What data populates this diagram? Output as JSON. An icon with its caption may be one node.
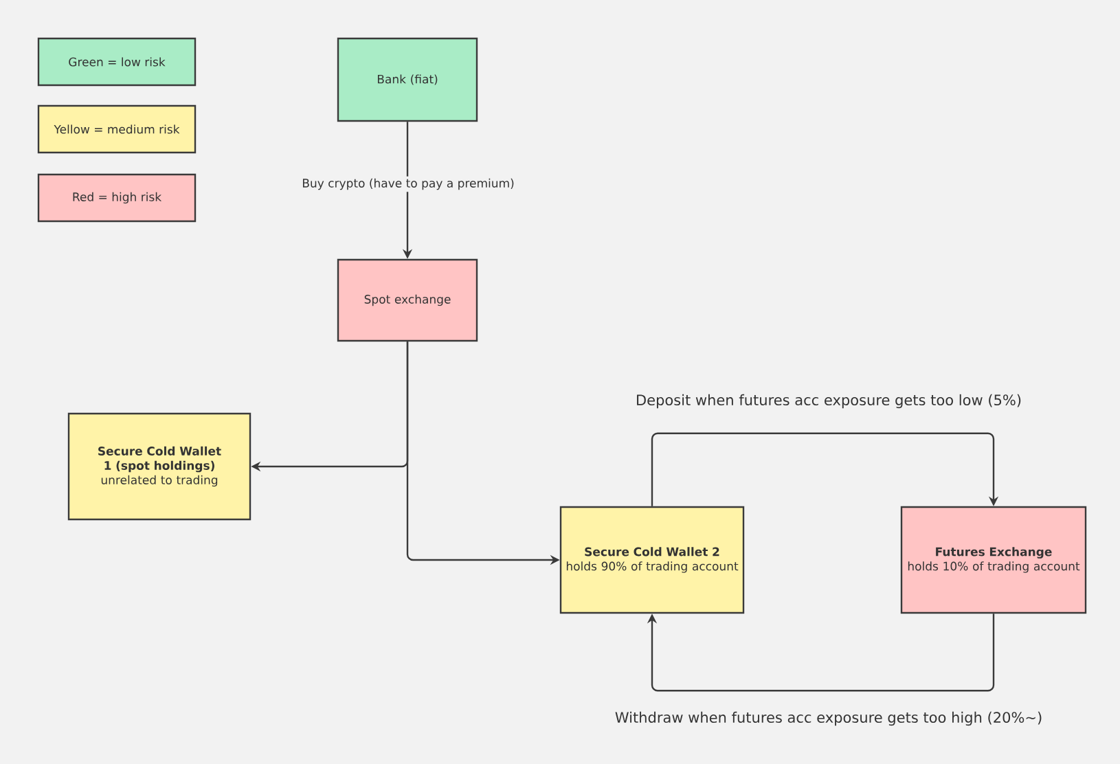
{
  "diagram": {
    "nodes": [
      {
        "text": [
          "Bank (fiat)"
        ]
      },
      {
        "text": [
          "Spot exchange"
        ]
      },
      {
        "text": [
          "Secure Cold Wallet 1 (spot holdings)",
          "unrelated to trading"
        ]
      },
      {
        "text": [
          "Secure Cold Wallet 2",
          "holds 90% of trading account"
        ]
      },
      {
        "text": [
          "Futures Exchange",
          "holds 10% of trading account"
        ]
      }
    ],
    "edges": [
      {
        "from": 0,
        "to": 1,
        "arrow": "to",
        "label": "Buy crypto (have to pay a premium)"
      },
      {
        "from": 1,
        "to": 2,
        "arrow": "to"
      },
      {
        "from": 1,
        "to": 3,
        "arrow": "to"
      },
      {
        "from": 3,
        "to": 4,
        "arrow": "to",
        "label": "Deposit when futures acc exposure gets too low (5%)"
      },
      {
        "from": 4,
        "to": 3,
        "arrow": "to",
        "label": "Withdraw when futures acc exposure gets too high (20%~)"
      }
    ],
    "legend": [
      {
        "text": "Green = low risk",
        "color": "#a9ecc6"
      },
      {
        "text": "Yellow = medium risk",
        "color": "#fff3a8"
      },
      {
        "text": "Red = high risk",
        "color": "#ffc4c4"
      }
    ]
  }
}
